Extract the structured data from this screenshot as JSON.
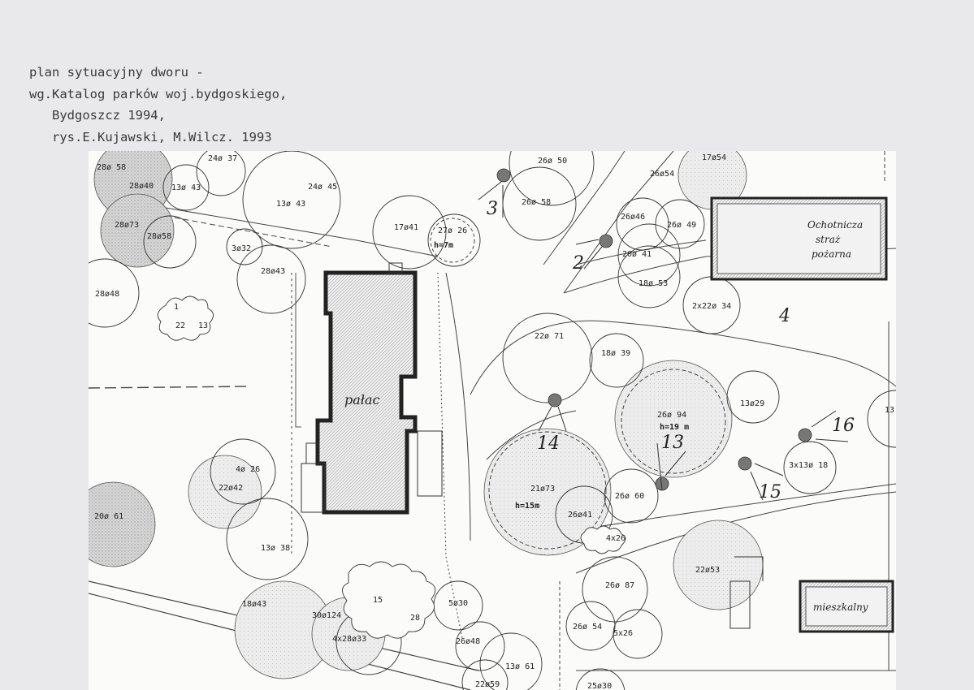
{
  "caption": {
    "line1": "plan sytuacyjny dworu -",
    "line2": "wg.Katalog parków woj.bydgoskiego,",
    "line3": "   Bydgoszcz 1994,",
    "line4": "   rys.E.Kujawski, M.Wilcz. 1993"
  },
  "buildings": {
    "palace": "pałac",
    "fire_station": [
      "Ochotnicza",
      "straż",
      "pożarna"
    ],
    "residential": "mieszkalny"
  },
  "markers": {
    "m2": "2",
    "m3": "3",
    "m4": "4",
    "m13": "13",
    "m14": "14",
    "m15": "15",
    "m16": "16"
  },
  "trees": [
    {
      "label": "28ø 58"
    },
    {
      "label": "28ø40"
    },
    {
      "label": "13ø 43"
    },
    {
      "label": "24ø 37"
    },
    {
      "label": "24ø 45"
    },
    {
      "label": "13ø 43"
    },
    {
      "label": "28ø73"
    },
    {
      "label": "28ø58"
    },
    {
      "label": "3ø32"
    },
    {
      "label": "28ø43"
    },
    {
      "label": "28ø48"
    },
    {
      "label": "1"
    },
    {
      "label": "22"
    },
    {
      "label": "13"
    },
    {
      "label": "17ø41"
    },
    {
      "label": "27ø 26"
    },
    {
      "label": "h=7m"
    },
    {
      "label": "26ø 50"
    },
    {
      "label": "26ø 58"
    },
    {
      "label": "17ø54"
    },
    {
      "label": "26ø54"
    },
    {
      "label": "26ø46"
    },
    {
      "label": "26ø 49"
    },
    {
      "label": "20ø 41"
    },
    {
      "label": "18ø 53"
    },
    {
      "label": "2x22ø 34"
    },
    {
      "label": "22ø 71"
    },
    {
      "label": "18ø 39"
    },
    {
      "label": "13ø29"
    },
    {
      "label": "26ø 94"
    },
    {
      "label": "h=19 m"
    },
    {
      "label": "13"
    },
    {
      "label": "3x13ø 18"
    },
    {
      "label": "4ø 26"
    },
    {
      "label": "22ø42"
    },
    {
      "label": "20ø 61"
    },
    {
      "label": "13ø 38"
    },
    {
      "label": "21ø73"
    },
    {
      "label": "h=15m"
    },
    {
      "label": "26ø41"
    },
    {
      "label": "26ø 60"
    },
    {
      "label": "4x26"
    },
    {
      "label": "22ø53"
    },
    {
      "label": "26ø 87"
    },
    {
      "label": "26ø 54"
    },
    {
      "label": "5x26"
    },
    {
      "label": "18ø43"
    },
    {
      "label": "30ø124"
    },
    {
      "label": "4x28ø33"
    },
    {
      "label": "15"
    },
    {
      "label": "28"
    },
    {
      "label": "5ø30"
    },
    {
      "label": "26ø48"
    },
    {
      "label": "13ø 61"
    },
    {
      "label": "22ø59"
    },
    {
      "label": "25ø30"
    }
  ]
}
